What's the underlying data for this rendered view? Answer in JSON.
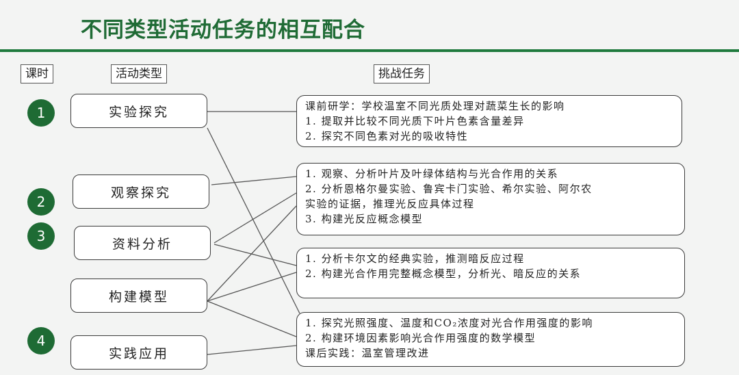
{
  "title": "不同类型活动任务的相互配合",
  "headers": {
    "lesson": "课时",
    "activity_type": "活动类型",
    "task": "挑战任务"
  },
  "lessons": [
    "1",
    "2",
    "3",
    "4"
  ],
  "activities": [
    "实验探究",
    "观察探究",
    "资料分析",
    "构建模型",
    "实践应用"
  ],
  "tasks": [
    {
      "lines": [
        "课前研学：学校温室不同光质处理对蔬菜生长的影响",
        "1. 提取并比较不同光质下叶片色素含量差异",
        "2. 探究不同色素对光的吸收特性"
      ]
    },
    {
      "lines": [
        "1. 观察、分析叶片及叶绿体结构与光合作用的关系",
        "2. 分析恩格尔曼实验、鲁宾卡门实验、希尔实验、阿尔农",
        "实验的证据，推理光反应具体过程",
        "3. 构建光反应概念模型"
      ]
    },
    {
      "lines": [
        "1. 分析卡尔文的经典实验，推测暗反应过程",
        "2. 构建光合作用完整概念模型，分析光、暗反应的关系"
      ]
    },
    {
      "lines": [
        "1. 探究光照强度、温度和CO₂浓度对光合作用强度的影响",
        "2. 构建环境因素影响光合作用强度的数学模型",
        "课后实践：温室管理改进"
      ]
    }
  ]
}
